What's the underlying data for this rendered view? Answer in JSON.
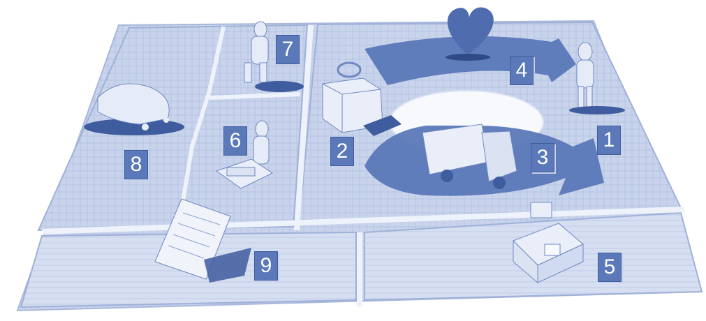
{
  "colors": {
    "board": "#c9d4ec",
    "board_edge": "#a8b8dc",
    "accent": "#5b78b8",
    "accent_dark": "#3f5c9e",
    "background": "#ffffff"
  },
  "icons": {
    "customer_figure": "person-icon",
    "value_gift": "gift-box-icon",
    "delivery_truck": "truck-icon",
    "heart_relationship": "heart-icon",
    "cash_register": "cash-register-icon",
    "worker_activity": "worker-icon",
    "factory_resources": "factory-icon",
    "partner_handshake": "handshake-icon",
    "cost_receipt": "receipt-icon"
  },
  "numbers": {
    "n1": "1",
    "n2": "2",
    "n3": "3",
    "n4": "4",
    "n5": "5",
    "n6": "6",
    "n7": "7",
    "n8": "8",
    "n9": "9"
  }
}
